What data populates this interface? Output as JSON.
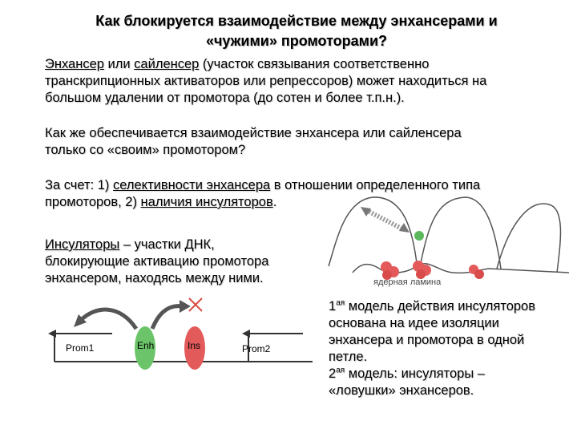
{
  "title": {
    "line1": "Как блокируется взаимодействие между энхансерами и",
    "line2": "«чужими» промоторами?"
  },
  "para1": {
    "term1": "Энхансер",
    "or": " или ",
    "term2": "сайленсер",
    "rest1": " (участок связывания соответственно",
    "line2": "транскрипционных активаторов или репрессоров) может находиться на",
    "line3": "большом удалении от промотора (до сотен и более т.п.н.)."
  },
  "para2": {
    "line1": "Как же обеспечивается взаимодействие энхансера или сайленсера",
    "line2": "только со «своим» промотором?"
  },
  "para3": {
    "prefix": "За счет: 1) ",
    "term1": "селективности энхансера",
    "rest1": " в отношении определенного типа",
    "line2_prefix": "промоторов, 2) ",
    "term2": "наличия инсуляторов",
    "line2_suffix": "."
  },
  "para4": {
    "term": "Инсуляторы",
    "rest1": " – участки ДНК,",
    "line2": "блокирующие активацию промотора",
    "line3": "энхансером, находясь между ними."
  },
  "scheme": {
    "prom1": "Prom1",
    "enh": "Enh",
    "ins": "Ins",
    "prom2": "Prom2",
    "colors": {
      "enh": "#6cc46a",
      "ins": "#e35a5a",
      "block": "#d94b3f"
    }
  },
  "figure": {
    "lamina_label": "ядерная ламина",
    "colors": {
      "bead": "#e45a5a",
      "small_bead": "#5cb85c"
    }
  },
  "models": {
    "m1_num": "1",
    "m1_sup": "ая",
    "m1_line1": " модель действия инсуляторов",
    "m1_line2": "основана на идее изоляции",
    "m1_line3": "энхансера и промотора в одной",
    "m1_line4": "петле.",
    "m2_num": "2",
    "m2_sup": "ая",
    "m2_line1": " модель: инсуляторы –",
    "m2_line2": "«ловушки» энхансеров."
  }
}
